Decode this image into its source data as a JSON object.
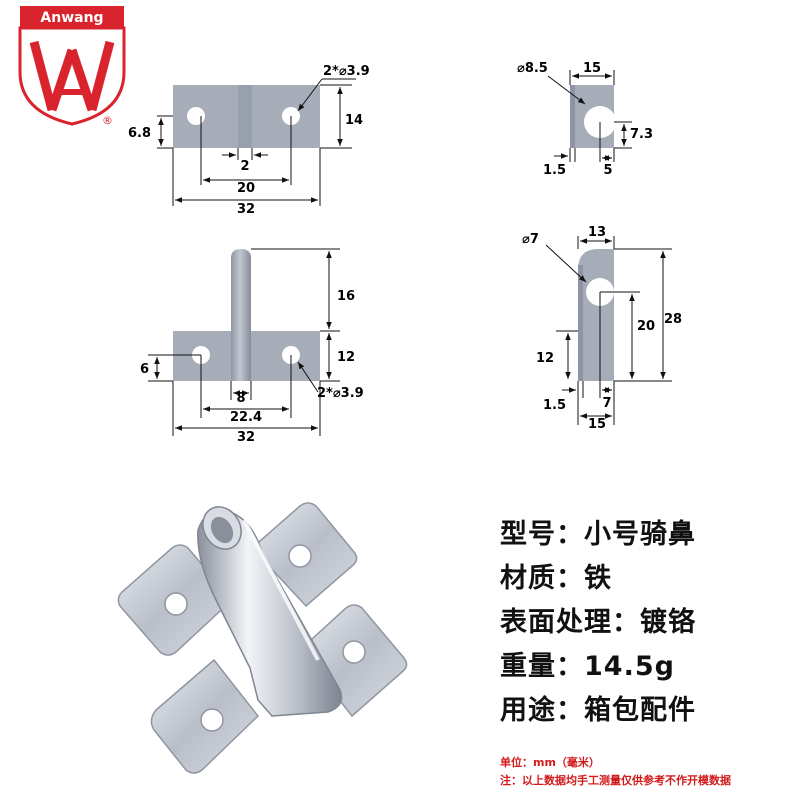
{
  "brand": {
    "name": "Anwang",
    "registered": "®",
    "color": "#d9232d"
  },
  "drawings": {
    "a_top_left": {
      "holes": "2*⌀3.9",
      "height_right": "14",
      "height_left": "6.8",
      "gap": "2",
      "hole_spacing": "20",
      "width": "32"
    },
    "b_top_right": {
      "hole": "⌀8.5",
      "width": "15",
      "center_height": "7.3",
      "thickness": "1.5",
      "offset": "5"
    },
    "c_bottom_left": {
      "post_height": "16",
      "plate_height": "12",
      "hole_height": "6",
      "post_width": "8",
      "hole_spacing": "22.4",
      "width": "32",
      "holes": "2*⌀3.9"
    },
    "d_bottom_right": {
      "hole": "⌀7",
      "top_width": "13",
      "total_height": "28",
      "hole_height": "20",
      "tab_height": "12",
      "thickness": "1.5",
      "offset": "7",
      "width": "15"
    }
  },
  "specs": [
    {
      "label": "型号",
      "sep": "：",
      "value": "小号骑鼻"
    },
    {
      "label": "材质",
      "sep": "：",
      "value": "铁"
    },
    {
      "label": "表面处理",
      "sep": "：",
      "value": "镀铬"
    },
    {
      "label": "重量",
      "sep": "：",
      "value": "14.5g"
    },
    {
      "label": "用途",
      "sep": "：",
      "value": "箱包配件"
    }
  ],
  "notes": {
    "unit": "单位：mm（毫米）",
    "disclaimer": "注：以上数据均手工测量仅供参考不作开模数据"
  },
  "colors": {
    "part": "#a7acb9",
    "part_dark": "#8e94a3",
    "photo_metal": "#c9ced6",
    "note": "#d21a1a"
  }
}
